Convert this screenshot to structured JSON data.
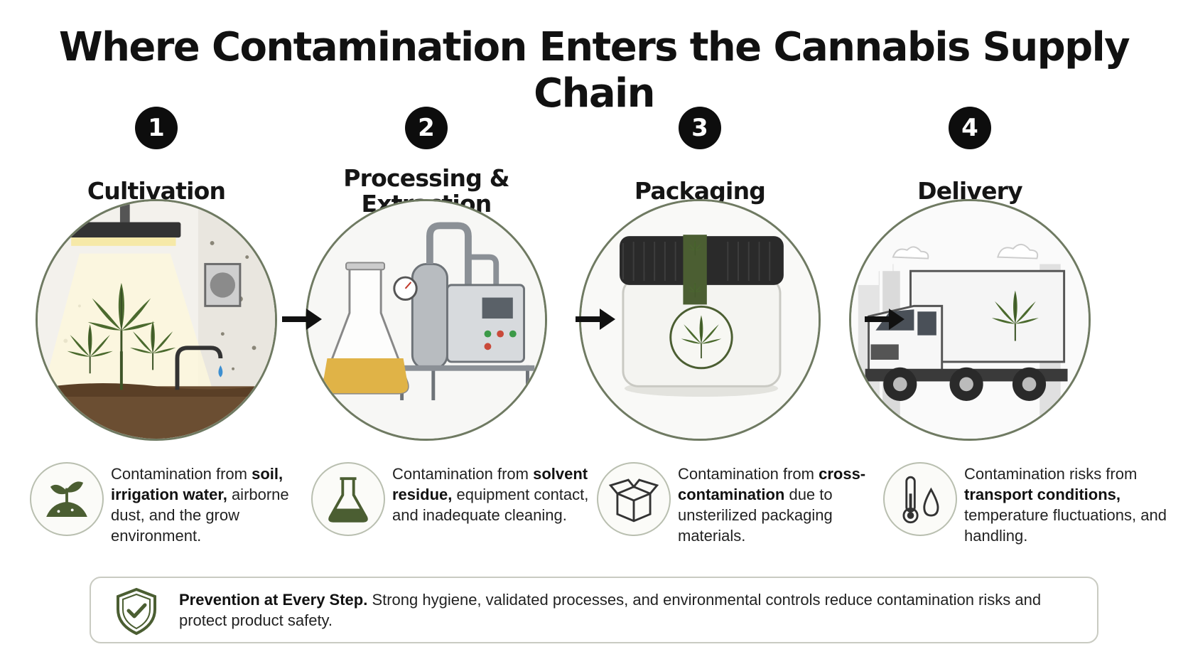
{
  "title": "Where Contamination Enters the Cannabis Supply Chain",
  "colors": {
    "accent_green": "#4b5e32",
    "arrow": "#111111",
    "circle_border": "#6f7a62"
  },
  "steps": [
    {
      "number": "1",
      "name": "Cultivation",
      "illustration": "grow-room-plant",
      "icon": "sprout-soil-icon",
      "text_pre": "Contamination from ",
      "text_bold": "soil, irrigation water,",
      "text_post": " airborne dust, and the grow environment."
    },
    {
      "number": "2",
      "name": "Processing & Extraction",
      "illustration": "extraction-equipment",
      "icon": "flask-icon",
      "text_pre": "Contamination from ",
      "text_bold": "solvent residue,",
      "text_post": " equipment contact, and inadequate cleaning."
    },
    {
      "number": "3",
      "name": "Packaging",
      "illustration": "cannabis-jar",
      "icon": "open-box-icon",
      "text_pre": "Contamination from ",
      "text_bold": "cross-contamination",
      "text_post": " due to unsterilized packaging materials."
    },
    {
      "number": "4",
      "name": "Delivery",
      "illustration": "delivery-truck",
      "icon": "thermometer-droplet-icon",
      "text_pre": "Contamination risks from ",
      "text_bold": "transport conditions,",
      "text_post": " temperature fluctuations, and handling."
    }
  ],
  "prevention": {
    "icon": "shield-check-icon",
    "bold": "Prevention at Every Step.",
    "text": " Strong hygiene, validated processes, and environmental controls reduce contamination risks and protect product safety."
  }
}
